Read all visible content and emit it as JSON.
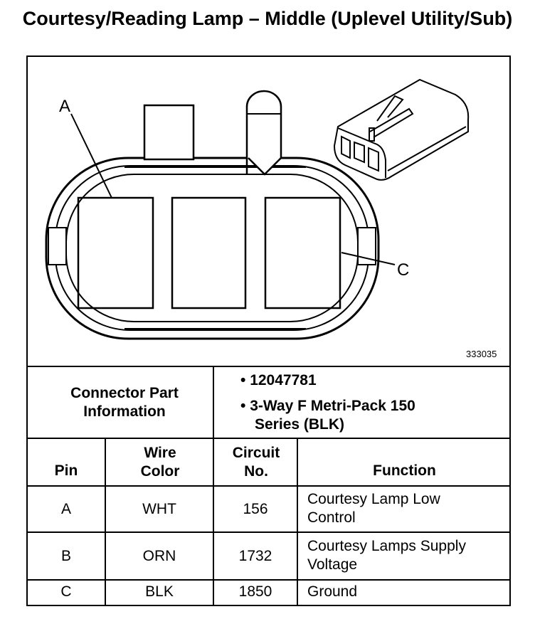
{
  "title": "Courtesy/Reading Lamp – Middle (Uplevel Utility/Sub)",
  "diagram": {
    "label_a": "A",
    "label_c": "C",
    "figure_number": "333035"
  },
  "connector_info": {
    "label": "Connector Part Information",
    "items": [
      "12047781",
      "3-Way F Metri-Pack 150 Series (BLK)"
    ]
  },
  "table": {
    "headers": [
      "Pin",
      "Wire Color",
      "Circuit No.",
      "Function"
    ],
    "rows": [
      {
        "pin": "A",
        "wire_color": "WHT",
        "circuit": "156",
        "function": "Courtesy Lamp Low Control"
      },
      {
        "pin": "B",
        "wire_color": "ORN",
        "circuit": "1732",
        "function": "Courtesy Lamps Supply Voltage"
      },
      {
        "pin": "C",
        "wire_color": "BLK",
        "circuit": "1850",
        "function": "Ground"
      }
    ]
  }
}
